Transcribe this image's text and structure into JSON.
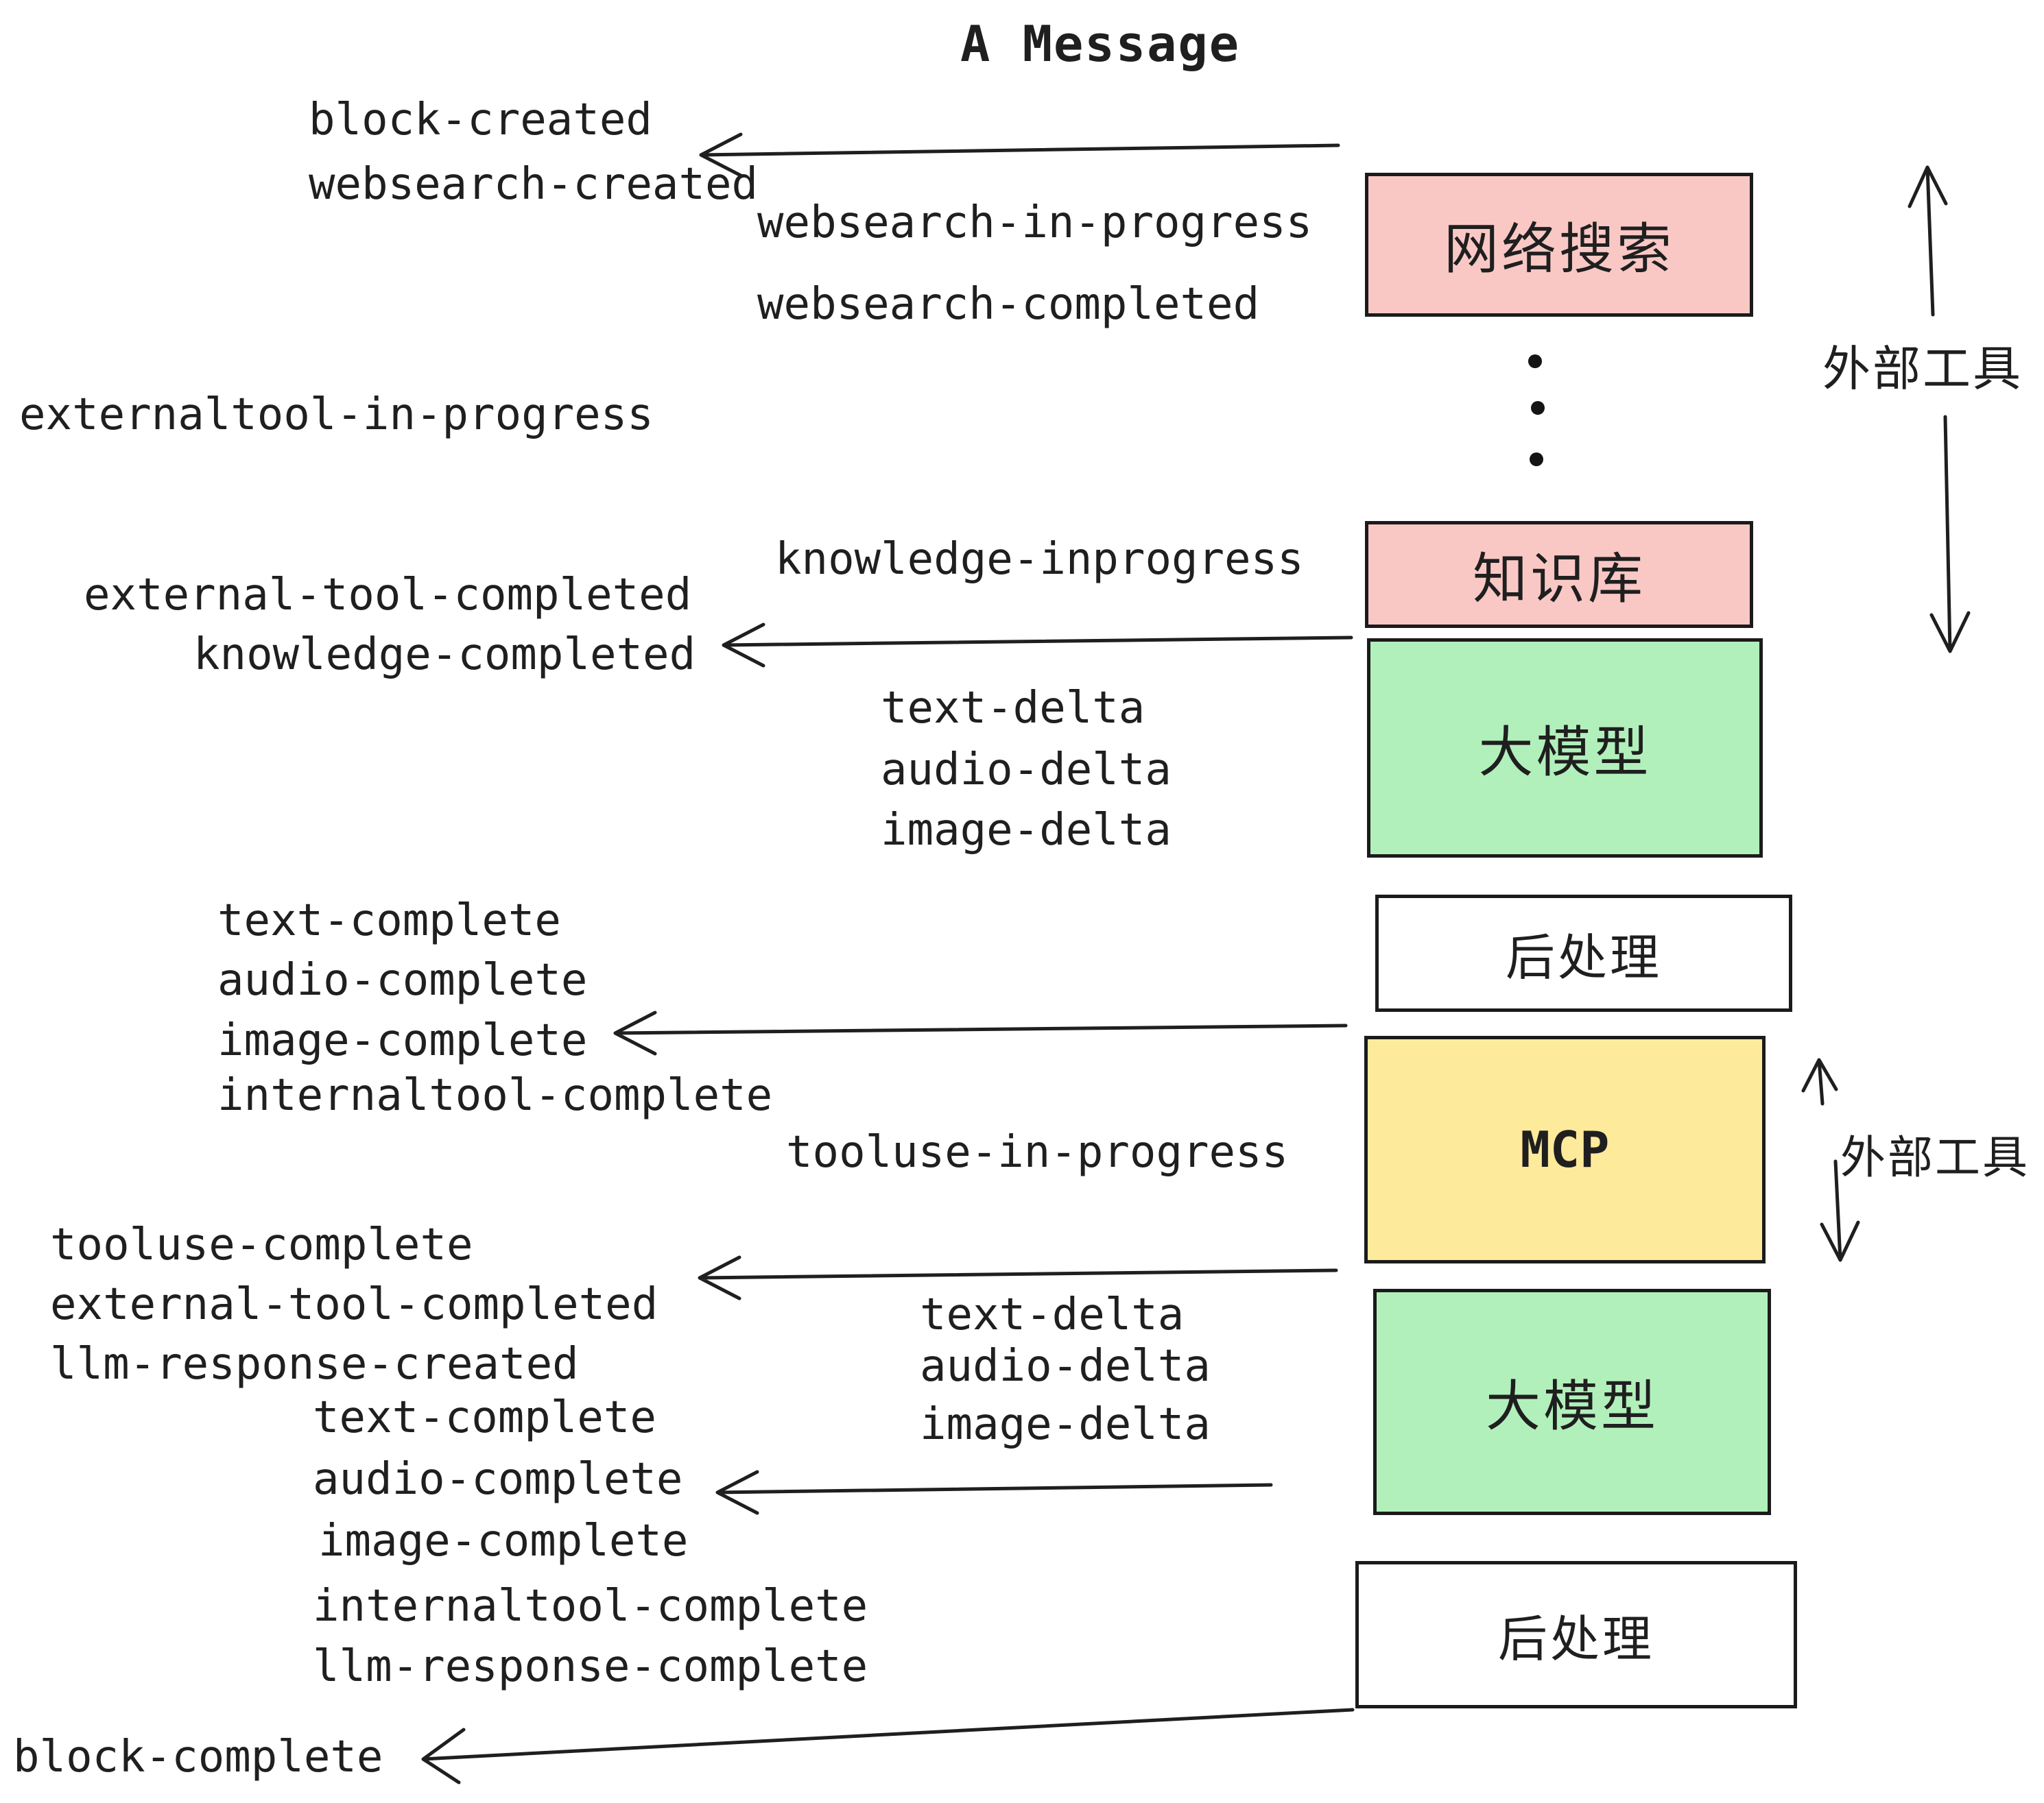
{
  "title": "A Message",
  "colors": {
    "ink": "#1f1f1f",
    "border": "#1b1b1b",
    "pink": "#F9C8C5",
    "green": "#B2F0BB",
    "yellow": "#FDEA9B",
    "white": "#FFFFFF",
    "background": "#FFFFFF"
  },
  "events": {
    "block_created": "block-created",
    "websearch_created": "websearch-created",
    "websearch_in_progress": "websearch-in-progress",
    "websearch_completed": "websearch-completed",
    "externaltool_in_progress": "externaltool-in-progress",
    "knowledge_inprogress": "knowledge-inprogress",
    "external_tool_completed": "external-tool-completed",
    "knowledge_completed": "knowledge-completed",
    "text_delta": "text-delta",
    "audio_delta": "audio-delta",
    "image_delta": "image-delta",
    "text_complete": "text-complete",
    "audio_complete": "audio-complete",
    "image_complete": "image-complete",
    "internaltool_complete": "internaltool-complete",
    "tooluse_in_progress": "tooluse-in-progress",
    "tooluse_complete": "tooluse-complete",
    "external_tool_completed_2": "external-tool-completed",
    "llm_response_created": "llm-response-created",
    "text_complete_2": "text-complete",
    "audio_complete_2": "audio-complete",
    "text_delta_2": "text-delta",
    "audio_delta_2": "audio-delta",
    "image_delta_2": "image-delta",
    "image_complete_2": "image-complete",
    "internaltool_complete_2": "internaltool-complete",
    "llm_response_complete": "llm-response-complete",
    "block_complete": "block-complete"
  },
  "boxes": {
    "websearch": {
      "label": "网络搜索",
      "fill": "#F9C8C5"
    },
    "knowledge": {
      "label": "知识库",
      "fill": "#F9C8C5"
    },
    "llm_top": {
      "label": "大模型",
      "fill": "#B2F0BB"
    },
    "post_top": {
      "label": "后处理",
      "fill": "#FFFFFF"
    },
    "mcp": {
      "label": "MCP",
      "fill": "#FDEA9B"
    },
    "llm_bottom": {
      "label": "大模型",
      "fill": "#B2F0BB"
    },
    "post_bottom": {
      "label": "后处理",
      "fill": "#FFFFFF"
    }
  },
  "annotations": {
    "external_tools_top": "外部工具",
    "external_tools_bottom": "外部工具"
  }
}
